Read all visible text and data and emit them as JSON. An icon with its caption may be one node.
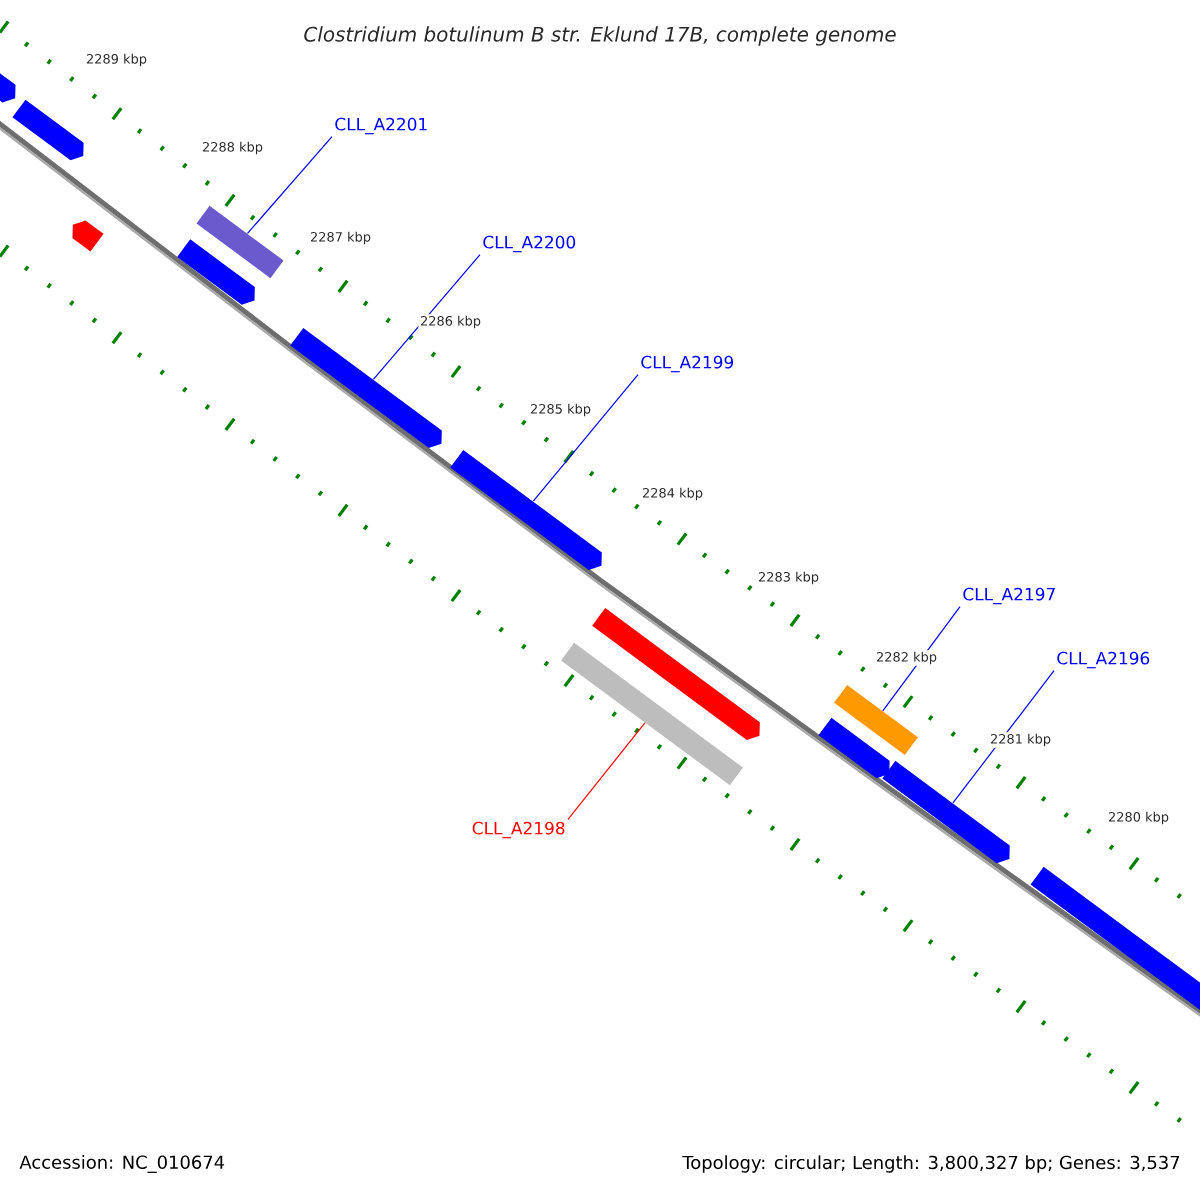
{
  "diagram": {
    "title": "Clostridium botulinum B str. Eklund 17B, complete genome",
    "nodes": [
      {
        "text": [
          "CLL_A2201"
        ]
      },
      {
        "text": [
          "CLL_A2200"
        ]
      },
      {
        "text": [
          "CLL_A2199"
        ]
      },
      {
        "text": [
          "CLL_A2197"
        ]
      },
      {
        "text": [
          "CLL_A2196"
        ]
      },
      {
        "text": [
          "CLL_A2198"
        ]
      },
      {
        "text": [],
        "shape": "bar"
      },
      {
        "text": [],
        "shape": "bar"
      },
      {
        "text": [],
        "shape": "bar"
      },
      {
        "text": [],
        "shape": "bar"
      },
      {
        "text": [],
        "shape": "bar"
      },
      {
        "text": [],
        "shape": "bar"
      },
      {
        "text": [],
        "shape": "bar"
      },
      {
        "text": [],
        "shape": "bar"
      },
      {
        "text": [],
        "shape": "bar"
      },
      {
        "text": [],
        "shape": "bar"
      },
      {
        "text": [],
        "shape": "bar"
      },
      {
        "text": [],
        "shape": "bar"
      },
      {
        "text": [],
        "shape": "bar"
      }
    ],
    "edges": [
      {
        "from": 0,
        "to": 10,
        "arrow": "none"
      },
      {
        "from": 1,
        "to": 11,
        "arrow": "none"
      },
      {
        "from": 2,
        "to": 12,
        "arrow": "none"
      },
      {
        "from": 3,
        "to": 16,
        "arrow": "none"
      },
      {
        "from": 4,
        "to": 17,
        "arrow": "none"
      },
      {
        "from": 5,
        "to": 13,
        "arrow": "none",
        "color": "#ff0000"
      }
    ],
    "labels": [
      "2289 kbp",
      "2288 kbp",
      "2287 kbp",
      "2286 kbp",
      "2285 kbp",
      "2284 kbp",
      "2283 kbp",
      "2282 kbp",
      "2281 kbp",
      "2280 kbp",
      "Accession: NC_010674",
      "Topology: circular; Length: 3,800,327 bp; Genes: 3,537"
    ]
  }
}
